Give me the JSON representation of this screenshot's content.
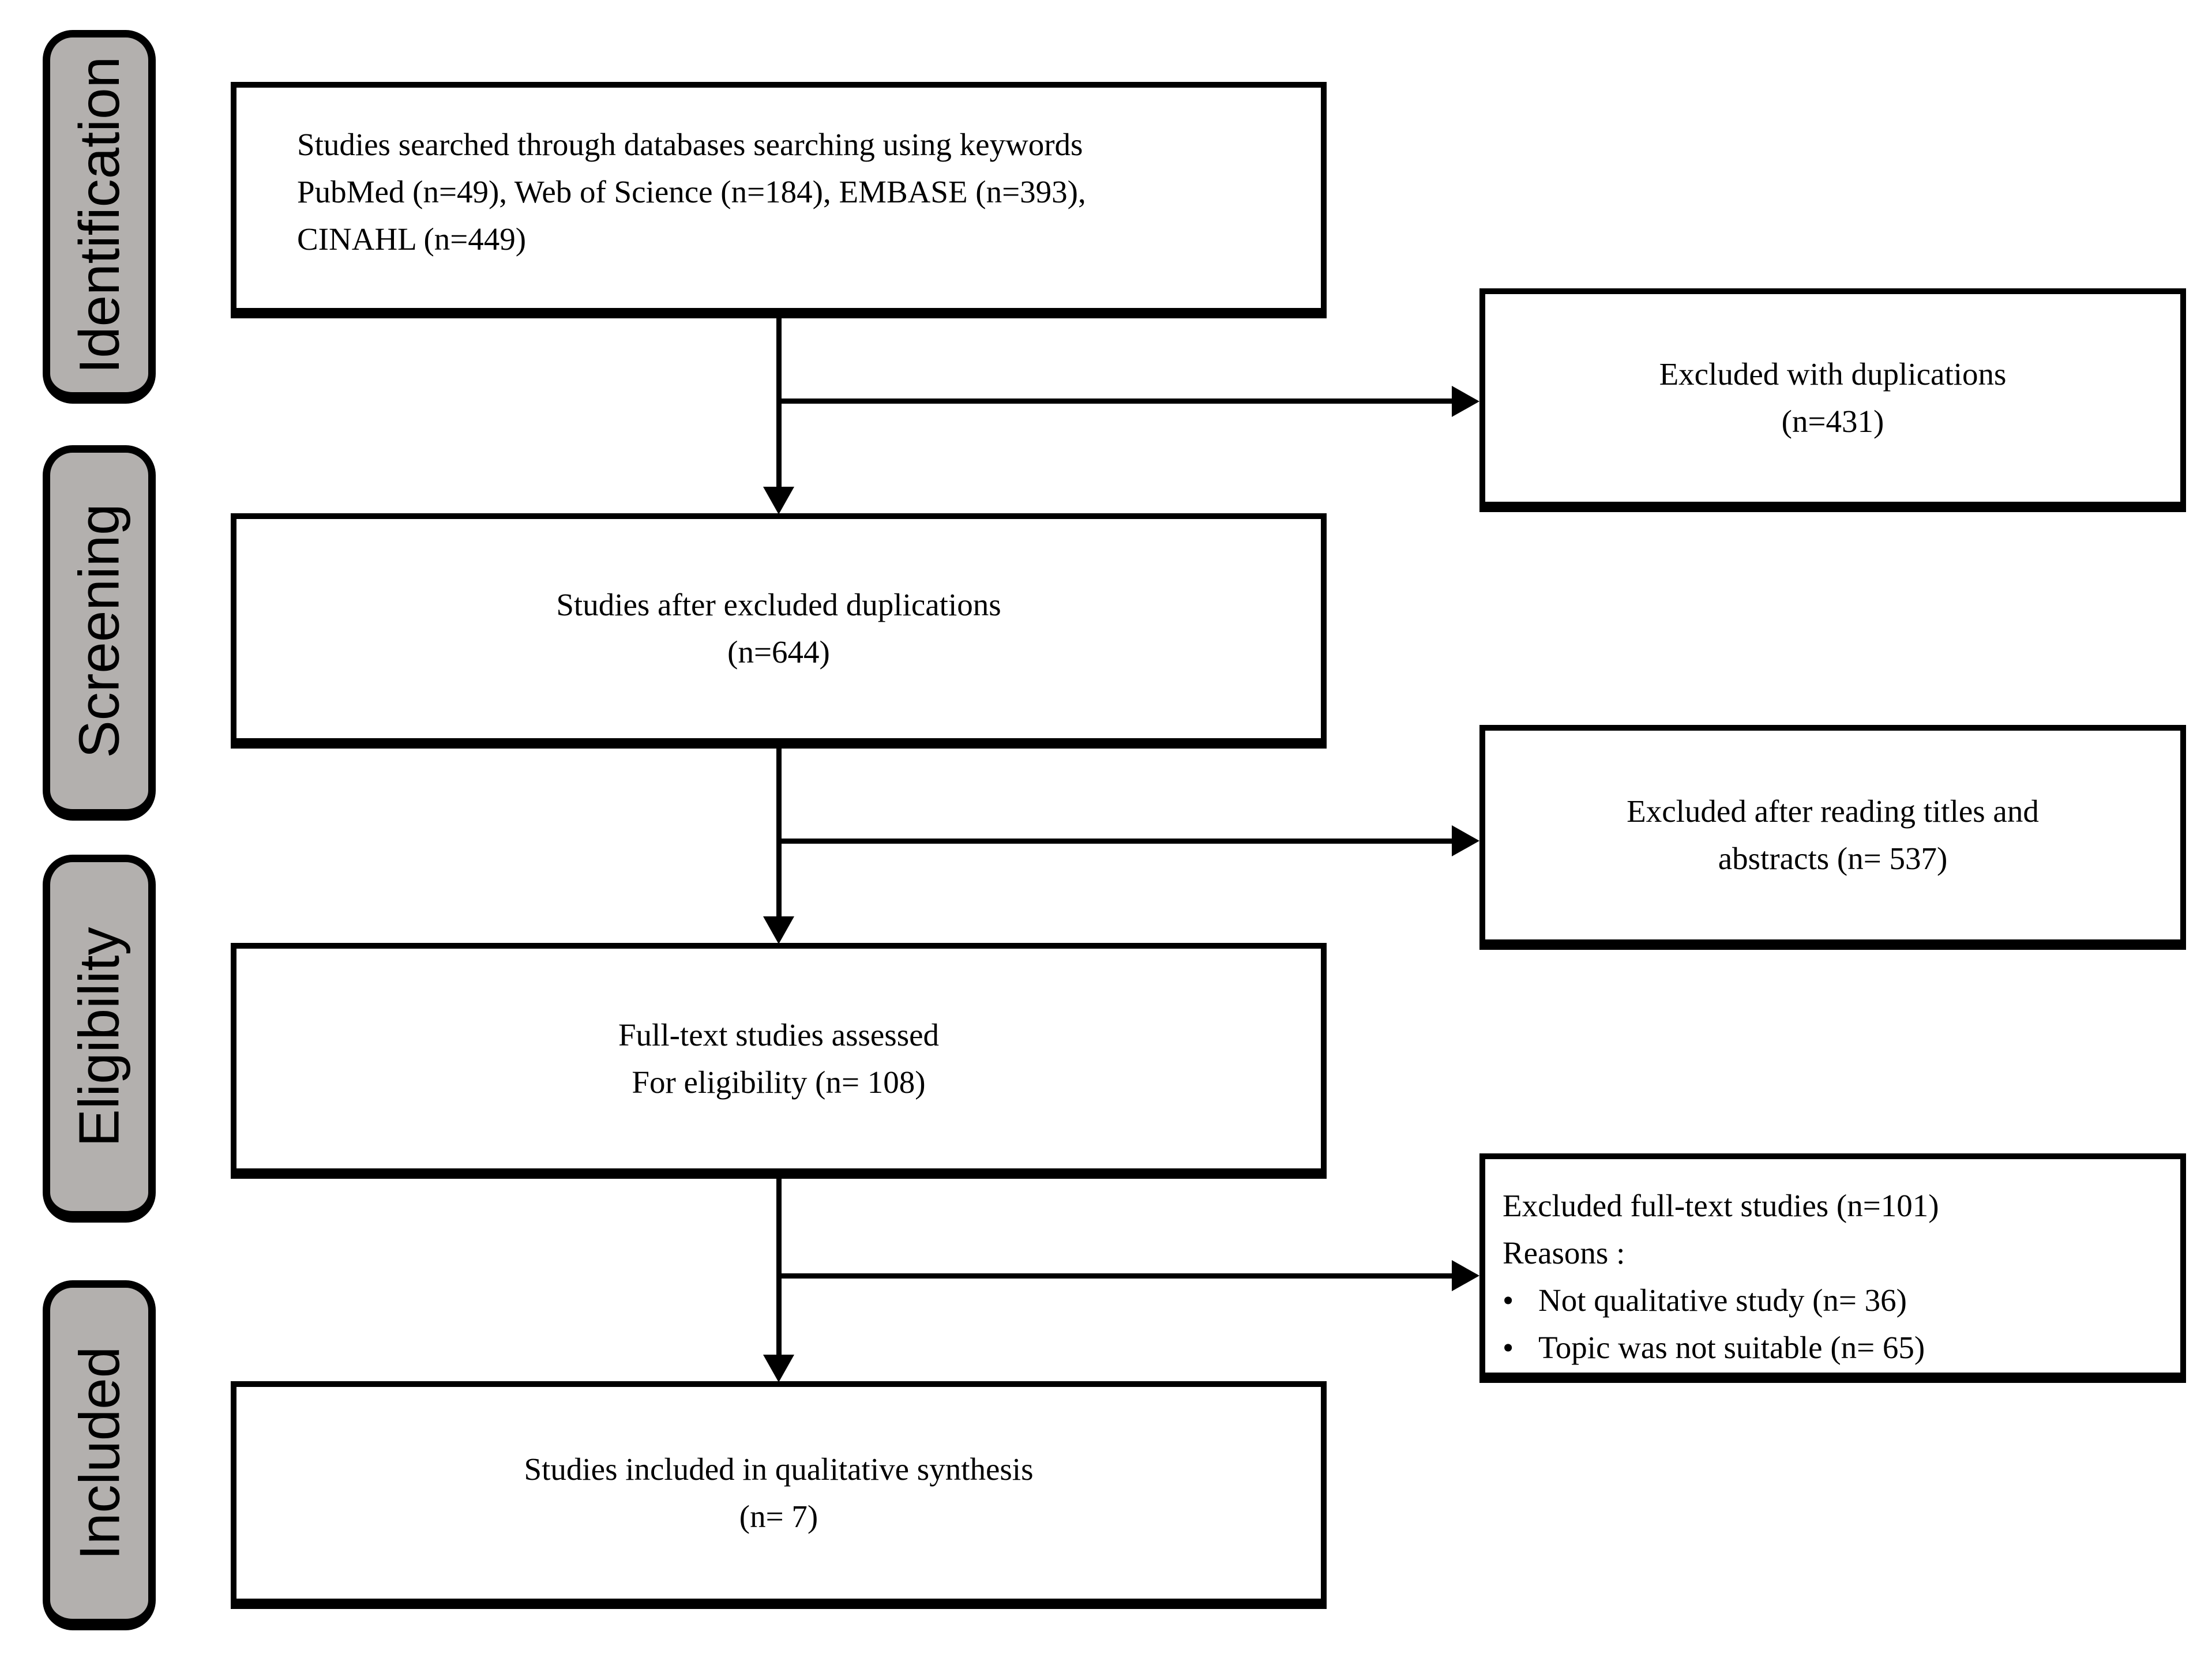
{
  "diagram": {
    "stages": [
      {
        "label": "Identification"
      },
      {
        "label": "Screening"
      },
      {
        "label": "Eligibility"
      },
      {
        "label": "Included"
      }
    ],
    "flow_boxes": [
      {
        "text": "Studies searched through databases searching using keywords\nPubMed (n=49), Web of Science (n=184), EMBASE (n=393),\nCINAHL (n=449)"
      },
      {
        "text": "Studies after excluded duplications\n(n=644)"
      },
      {
        "text": "Full-text studies assessed\nFor eligibility (n= 108)"
      },
      {
        "text": "Studies included in qualitative synthesis\n(n= 7)"
      }
    ],
    "exclusion_boxes": [
      {
        "text": "Excluded with duplications\n(n=431)"
      },
      {
        "text": "Excluded after reading titles and\nabstracts (n= 537)"
      },
      {
        "title": "Excluded full-text studies (n=101)",
        "reasons_label": "Reasons :",
        "bullet_char": "•",
        "bullets": [
          "Not qualitative study (n= 36)",
          "Topic was not suitable (n= 65)"
        ]
      }
    ],
    "colors": {
      "stage_fill": "#b3b0ae",
      "line": "#000000",
      "box_fill": "#ffffff",
      "background": "#ffffff",
      "text": "#000000"
    }
  }
}
